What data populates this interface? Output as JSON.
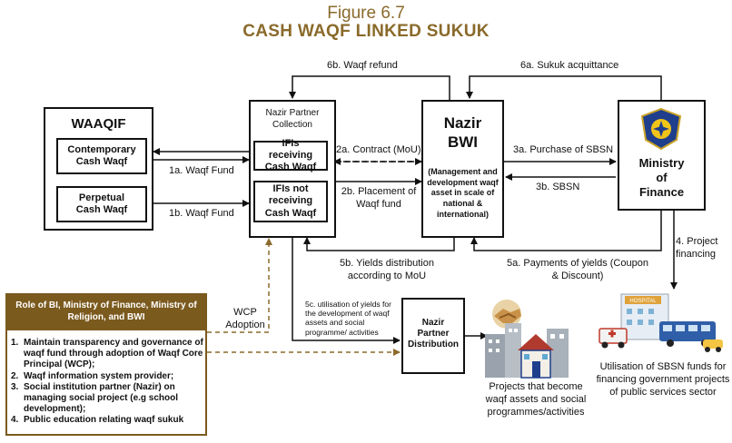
{
  "title": {
    "figure": "Figure 6.7",
    "name": "CASH WAQF LINKED SUKUK"
  },
  "waaqif": {
    "title": "WAAQIF",
    "contemporary": "Contemporary Cash Waqf",
    "perpetual": "Perpetual Cash Waqf"
  },
  "partner": {
    "title": "Nazir Partner Collection",
    "ifi_receiving": "IFIs receiving Cash Waqf",
    "ifi_not_receiving": "IFIs not receiving Cash Waqf"
  },
  "bwi": {
    "title_line1": "Nazir",
    "title_line2": "BWI",
    "desc": "(Management and development waqf asset in scale of national & international)"
  },
  "mof": {
    "line1": "Ministry",
    "line2": "of",
    "line3": "Finance"
  },
  "distribution": {
    "line1": "Nazir",
    "line2": "Partner",
    "line3": "Distribution"
  },
  "flows": {
    "f1a": "1a.  Waqf Fund",
    "f1b": "1b.  Waqf Fund",
    "f2a": "2a. Contract (MoU)",
    "f2b": "2b. Placement of Waqf fund",
    "f3a": "3a. Purchase of SBSN",
    "f3b": "3b. SBSN",
    "f4": "4. Project financing",
    "f5a": "5a. Payments of yields (Coupon & Discount)",
    "f5b": "5b. Yields distribution according to MoU",
    "f5c": "5c. utilisation of yields for the development of waqf assets and social programme/ activities",
    "f6a": "6a. Sukuk acquittance",
    "f6b": "6b. Waqf refund",
    "wcp": "WCP Adoption"
  },
  "role": {
    "heading": "Role of BI, Ministry of Finance, Ministry of Religion, and BWI",
    "items": [
      {
        "num": "1.",
        "text": "Maintain transparency and governance of waqf fund through adoption of Waqf Core Principal (WCP);"
      },
      {
        "num": "2.",
        "text": "Waqf information system provider;"
      },
      {
        "num": "3.",
        "text": "Social institution partner (Nazir) on managing social project (e.g school development);"
      },
      {
        "num": "4.",
        "text": "Public education relating waqf sukuk"
      }
    ]
  },
  "projects_caption": "Projects that become waqf assets and social programmes/activities",
  "sbsn_caption": "Utilisation of SBSN funds for financing government projects of public services sector",
  "hospital_sign": "HOSPITAL",
  "colors": {
    "title": "#8a6a2b",
    "role_header": "#7b5a1e",
    "mof_border": "#111111"
  }
}
